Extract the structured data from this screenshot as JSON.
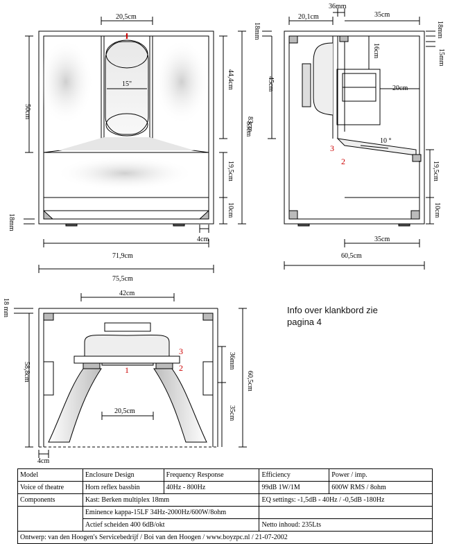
{
  "dims": {
    "front": {
      "top_width": "20,5cm",
      "height_50": "50cm",
      "height_444": "44,4cm",
      "height_83": "83cm",
      "speaker": "15\"",
      "height_195": "19,5cm",
      "height_10": "10cm",
      "thick_18": "18mm",
      "foot_4": "4cm",
      "inner_width": "71,9cm",
      "outer_width": "75,5cm",
      "marker_1": "1"
    },
    "side": {
      "top_201": "20,1cm",
      "top_36": "36mm",
      "top_35": "35cm",
      "thick_18": "18mm",
      "height_16": "16cm",
      "thick_15": "15mm",
      "height_45": "45cm",
      "depth_20": "20cm",
      "angle_10": "10 °",
      "height_83": "83cm",
      "marker_3": "3",
      "marker_2": "2",
      "height_195": "19,5cm",
      "height_10": "10cm",
      "bottom_35": "35cm",
      "total_605": "60,5cm"
    },
    "top": {
      "width_42": "42cm",
      "thick_18": "18 mm",
      "height_588": "58,8cm",
      "marker_3": "3",
      "marker_1": "1",
      "marker_2": "2",
      "thick_36": "36mm",
      "depth_605": "60,5cm",
      "throat_205": "20,5cm",
      "depth_35": "35cm",
      "foot_4": "4cm"
    }
  },
  "info_note": {
    "line1": "Info over klankbord zie",
    "line2": "pagina 4"
  },
  "specs": {
    "model_label": "Model",
    "enclosure_label": "Enclosure Design",
    "freq_label": "Frequency Response",
    "efficiency_label": "Efficiency",
    "power_label": "Power / imp.",
    "voice_label": "Voice of theatre",
    "enclosure_value": "Horn reflex bassbin",
    "freq_value": "40Hz - 800Hz",
    "efficiency_value": "99dB 1W/1M",
    "power_value": "600W RMS / 8ohm",
    "components_label": "Components",
    "cabinet": "Kast: Berken multiplex 18mm",
    "eq": "EQ settings: -1,5dB - 40Hz / -0,5dB -180Hz",
    "driver": "Eminence kappa-15LF 34Hz-2000Hz/600W/8ohm",
    "crossover": "Actief scheiden 400 6dB/okt",
    "volume": "Netto inhoud: 235Lts",
    "credits": "Ontwerp: van den Hoogen's Servicebedrijf / Boi van den Hoogen / www.boyzpc.nl / 21-07-2002"
  }
}
